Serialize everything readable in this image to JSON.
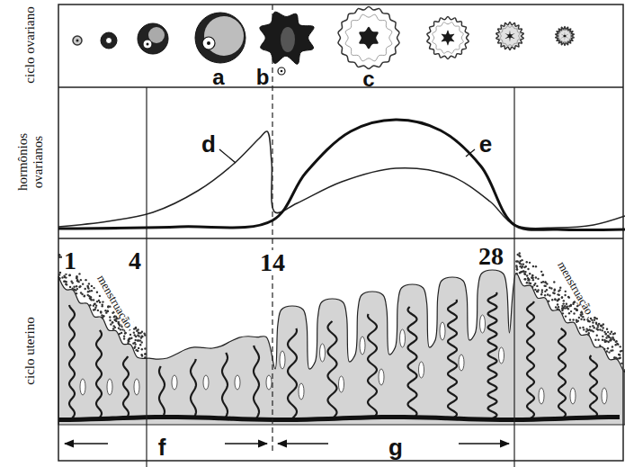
{
  "diagram": {
    "labels": [
      "ciclo ovariano",
      "a",
      "b",
      "c",
      "hormônios ovarianos",
      "d",
      "e",
      "ciclo uterino",
      "1",
      "4",
      "14",
      "28",
      "menstruação",
      "menstruação",
      "f",
      "g"
    ]
  }
}
